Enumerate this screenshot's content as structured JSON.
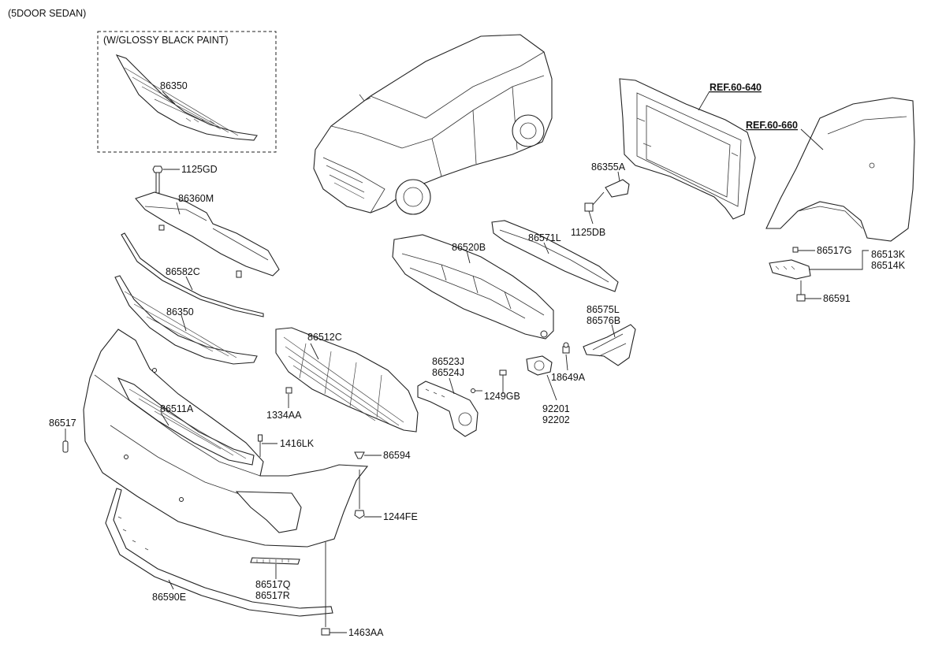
{
  "title": "(5DOOR SEDAN)",
  "option_box": {
    "label": "(W/GLOSSY BLACK PAINT)",
    "part": "86350"
  },
  "refs": {
    "ref_640": "REF.60-640",
    "ref_660": "REF.60-660"
  },
  "labels": {
    "p1125GD": "1125GD",
    "p86360M": "86360M",
    "p86582C": "86582C",
    "p86350": "86350",
    "p86511A": "86511A",
    "p86517": "86517",
    "p1416LK": "1416LK",
    "p86594": "86594",
    "p1244FE": "1244FE",
    "p86517Q": "86517Q",
    "p86517R": "86517R",
    "p86590E": "86590E",
    "p1463AA": "1463AA",
    "p86512C": "86512C",
    "p1334AA": "1334AA",
    "p86523J": "86523J",
    "p86524J": "86524J",
    "p1249GB": "1249GB",
    "p92201": "92201",
    "p92202": "92202",
    "p18649A": "18649A",
    "p86520B": "86520B",
    "p86571L": "86571L",
    "p86575L": "86575L",
    "p86576B": "86576B",
    "p86355A": "86355A",
    "p1125DB": "1125DB",
    "p86517G": "86517G",
    "p86513K": "86513K",
    "p86514K": "86514K",
    "p86591": "86591"
  }
}
